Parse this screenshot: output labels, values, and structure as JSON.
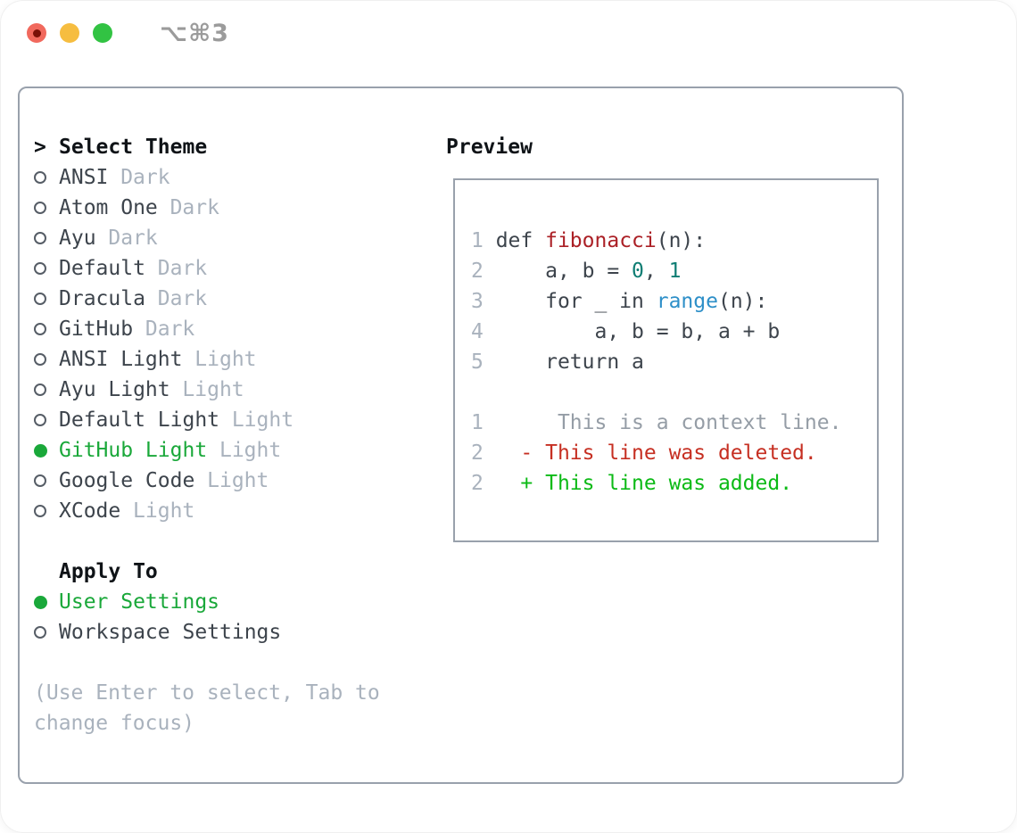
{
  "window": {
    "title_shortcut": "⌥⌘3"
  },
  "colors": {
    "accent_green": "#1aa83a",
    "panel_border": "#99a1ac",
    "text_primary": "#3d444c",
    "text_heading": "#0f1317",
    "text_muted": "#a9b2bd",
    "traffic_red": "#f1695d",
    "traffic_red_dot": "#7a1007",
    "traffic_yellow": "#f6bd40",
    "traffic_green": "#32c343"
  },
  "theme_panel": {
    "header_marker": ">",
    "header_label": "Select Theme",
    "themes": [
      {
        "name": "ANSI",
        "variant": "Dark",
        "selected": false
      },
      {
        "name": "Atom One",
        "variant": "Dark",
        "selected": false
      },
      {
        "name": "Ayu",
        "variant": "Dark",
        "selected": false
      },
      {
        "name": "Default",
        "variant": "Dark",
        "selected": false
      },
      {
        "name": "Dracula",
        "variant": "Dark",
        "selected": false
      },
      {
        "name": "GitHub",
        "variant": "Dark",
        "selected": false
      },
      {
        "name": "ANSI Light",
        "variant": "Light",
        "selected": false
      },
      {
        "name": "Ayu Light",
        "variant": "Light",
        "selected": false
      },
      {
        "name": "Default Light",
        "variant": "Light",
        "selected": false
      },
      {
        "name": "GitHub Light",
        "variant": "Light",
        "selected": true
      },
      {
        "name": "Google Code",
        "variant": "Light",
        "selected": false
      },
      {
        "name": "XCode",
        "variant": "Light",
        "selected": false
      }
    ],
    "apply_to_label": "Apply To",
    "apply_options": [
      {
        "label": "User Settings",
        "selected": true
      },
      {
        "label": "Workspace Settings",
        "selected": false
      }
    ],
    "hint_lines": [
      "(Use Enter to select, Tab to",
      "change focus)"
    ]
  },
  "preview": {
    "label": "Preview",
    "syntax_colors": {
      "ln": "#a9b2bd",
      "text": "#3d444c",
      "func": "#ab2026",
      "num": "#0e7d73",
      "builtin": "#2d8fc8",
      "context": "#959da6",
      "deleted": "#c62f22",
      "added": "#0cba16"
    },
    "lines": [
      {
        "tokens": [
          [
            "1",
            "ln"
          ],
          [
            " def ",
            "text"
          ],
          [
            "fibonacci",
            "func"
          ],
          [
            "(n):",
            "text"
          ]
        ]
      },
      {
        "tokens": [
          [
            "2",
            "ln"
          ],
          [
            "     a, b = ",
            "text"
          ],
          [
            "0",
            "num"
          ],
          [
            ", ",
            "text"
          ],
          [
            "1",
            "num"
          ]
        ]
      },
      {
        "tokens": [
          [
            "3",
            "ln"
          ],
          [
            "     for _ in ",
            "text"
          ],
          [
            "range",
            "builtin"
          ],
          [
            "(n):",
            "text"
          ]
        ]
      },
      {
        "tokens": [
          [
            "4",
            "ln"
          ],
          [
            "         a, b = b, a + b",
            "text"
          ]
        ]
      },
      {
        "tokens": [
          [
            "5",
            "ln"
          ],
          [
            "     return a",
            "text"
          ]
        ]
      },
      {
        "tokens": []
      },
      {
        "tokens": [
          [
            "1",
            "ln"
          ],
          [
            "      ",
            "text"
          ],
          [
            "This is a context line.",
            "context"
          ]
        ]
      },
      {
        "tokens": [
          [
            "2",
            "ln"
          ],
          [
            "   ",
            "text"
          ],
          [
            "- This line was deleted.",
            "deleted"
          ]
        ]
      },
      {
        "tokens": [
          [
            "2",
            "ln"
          ],
          [
            "   ",
            "text"
          ],
          [
            "+ This line was added.",
            "added"
          ]
        ]
      }
    ]
  }
}
